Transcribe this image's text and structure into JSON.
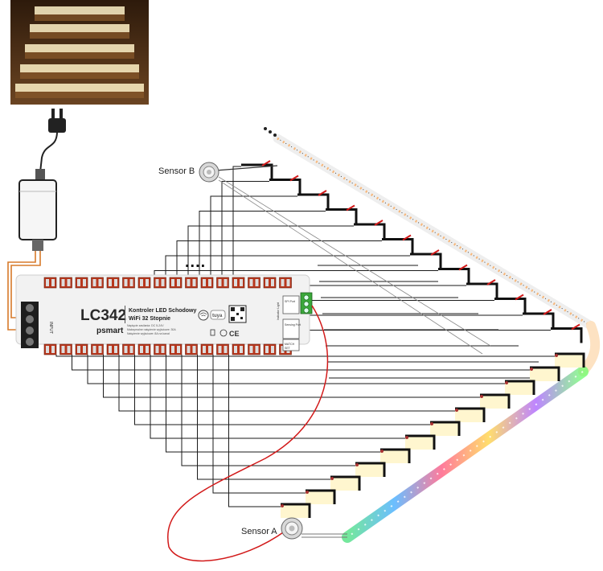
{
  "controller": {
    "model": "LC342",
    "title_line1": "Kontroler LED Schodowy",
    "title_line2": "WiFi 32 Stopnie",
    "brand": "psmart",
    "spec_line1": "Napięcie zasilania: DC 5-24V",
    "spec_line2": "Maksymalne natężenie wyjściowe: 30A",
    "spec_line3": "Natężenie wyjściowe: 8A na kanał",
    "tuya_label": "tuya",
    "input_label": "INPUT",
    "spi_label": "SPI Port",
    "indicator_label": "Indicator Light",
    "sensing_label": "Sensing Port",
    "match_label": "MATCH",
    "set_label": "SET"
  },
  "sensors": {
    "sensor_b": "Sensor B",
    "sensor_a": "Sensor A"
  },
  "ellipsis": "....",
  "colors": {
    "wire": "#1a1a1a",
    "red_wire": "#d21a1a",
    "orange_wire": "#d77a2a",
    "step_edge": "#111111",
    "step_glow": "#fff6cf",
    "board": "#f2f2f2",
    "terminal_red": "#b8371d",
    "stairs_photo": "#4a2d14"
  }
}
